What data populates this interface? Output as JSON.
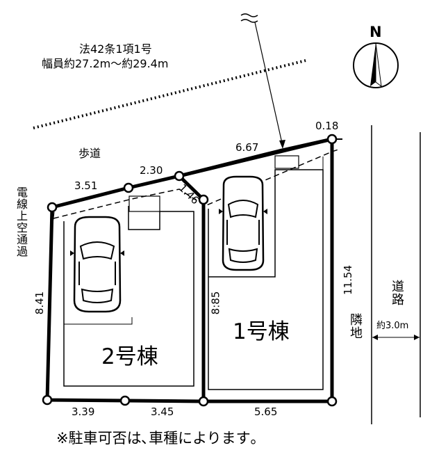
{
  "road_north": {
    "line1": "法42条1項1号",
    "line2": "幅員約27.2m～約29.4m",
    "sidewalk": "歩道",
    "overhead": "電線上空通過"
  },
  "road_east": {
    "label": "道路",
    "width": "約3.0m",
    "neighbor": "隣地"
  },
  "compass": {
    "label": "N"
  },
  "buildings": {
    "b1": "1号棟",
    "b2": "2号棟"
  },
  "dimensions": {
    "top_a": "3.51",
    "top_b": "2.30",
    "top_c": "1.46",
    "top_d": "6.67",
    "top_e": "0.18",
    "left": "8.41",
    "middle": "8:85",
    "right": "11.54",
    "bottom_a": "3.39",
    "bottom_b": "3.45",
    "bottom_c": "5.65"
  },
  "note": "※駐車可否は､車種によります｡"
}
